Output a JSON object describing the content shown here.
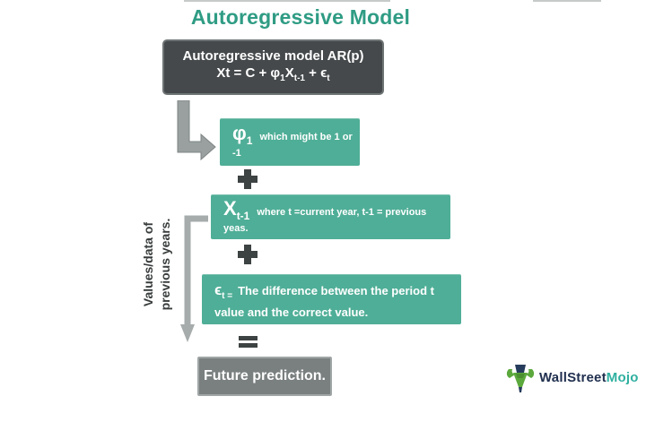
{
  "title": "Autoregressive Model",
  "formula_box": {
    "line1": "Autoregressive model AR(p)",
    "f_pre": "Xt = C + φ",
    "f_sub1": "1",
    "f_x": "X",
    "f_sub2": "t-1",
    "f_plus": " + ϵ",
    "f_sub3": "t"
  },
  "step_boxes": [
    {
      "symbol": "φ",
      "sub": "1",
      "desc": "which might be 1 or -1"
    },
    {
      "symbol": "X",
      "sub": "t-1",
      "desc": "where t =current year, t-1 = previous yeas."
    },
    {
      "symbol": "ϵ",
      "sub": "t =",
      "desc": "The difference between the period t value and the correct value."
    }
  ],
  "operators": {
    "plus": "+",
    "equals": "="
  },
  "side_label": {
    "line1": "Values/data of",
    "line2": "previous years."
  },
  "result_box": {
    "label": "Future prediction."
  },
  "logo": {
    "part1": "WallStreet",
    "part2": "Mojo"
  },
  "colors": {
    "title_teal": "#2f9c84",
    "step_box_green": "#4fae97",
    "formula_box_dark": "#45494b",
    "result_box_gray": "#7a7f7f",
    "operator_gray": "#3d4242",
    "arrow_gray": "#9aa0a0",
    "logo_navy": "#20304f",
    "logo_teal": "#2fb0a0",
    "logo_green": "#5ba83c"
  }
}
